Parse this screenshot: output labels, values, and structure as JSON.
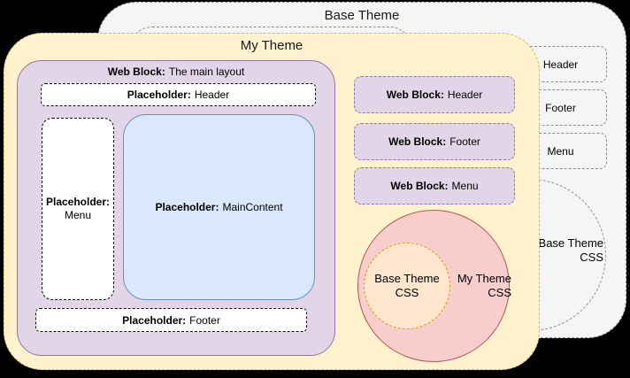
{
  "canvas": {
    "background": "#000000"
  },
  "base_theme": {
    "title": "Base Theme",
    "web_blocks": [
      "Header",
      "Footer",
      "Menu"
    ],
    "css_circle": {
      "line1": "Base Theme",
      "line2": "CSS"
    }
  },
  "my_theme": {
    "title": "My Theme",
    "main_layout": {
      "prefix": "Web Block:",
      "name": "The main layout",
      "header": {
        "prefix": "Placeholder:",
        "name": "Header"
      },
      "menu": {
        "prefix": "Placeholder:",
        "name": "Menu"
      },
      "main_content": {
        "prefix": "Placeholder:",
        "name": "MainContent"
      },
      "footer": {
        "prefix": "Placeholder:",
        "name": "Footer"
      }
    },
    "web_blocks": [
      {
        "prefix": "Web Block:",
        "name": "Header"
      },
      {
        "prefix": "Web Block:",
        "name": "Footer"
      },
      {
        "prefix": "Web Block:",
        "name": "Menu"
      }
    ],
    "css_circles": {
      "outer": {
        "line1": "My Theme",
        "line2": "CSS"
      },
      "inner": {
        "line1": "Base Theme",
        "line2": "CSS"
      }
    }
  },
  "colors": {
    "my_theme_fill": "#FFF2CC",
    "my_theme_border": "#D6B656",
    "web_block_fill": "#E1D5E7",
    "web_block_border": "#9673A6",
    "main_content_fill": "#DAE8FC",
    "main_content_border": "#6C8EBF",
    "css_outer_fill": "#F8CECC",
    "css_outer_border": "#B85450",
    "css_inner_fill": "#FFE6CC",
    "css_inner_border": "#D79B00",
    "base_theme_fill": "#F5F5F5",
    "base_theme_border": "#8C8C8C"
  }
}
